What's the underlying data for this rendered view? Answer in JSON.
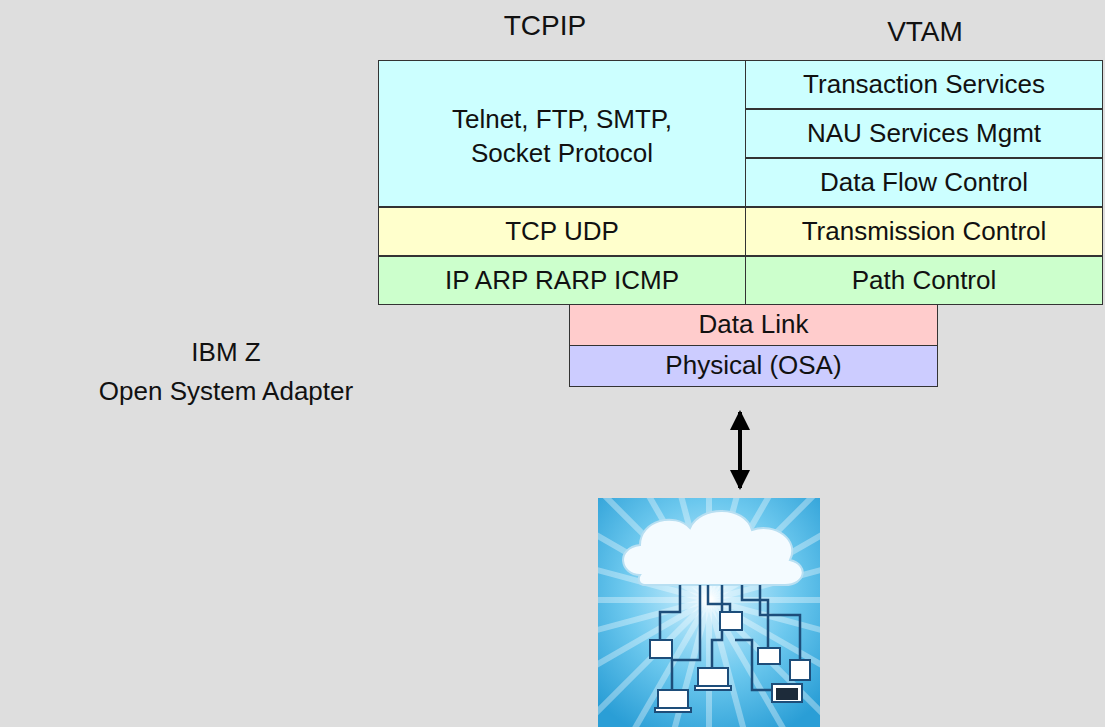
{
  "diagram": {
    "nodes": [
      {
        "text": [
          "Telnet, FTP, SMTP, Socket Protocol"
        ]
      },
      {
        "text": [
          "Transaction Services"
        ]
      },
      {
        "text": [
          "NAU Services Mgmt"
        ]
      },
      {
        "text": [
          "Data Flow Control"
        ]
      },
      {
        "text": [
          "TCP UDP"
        ]
      },
      {
        "text": [
          "Transmission Control"
        ]
      },
      {
        "text": [
          "IP ARP RARP ICMP"
        ]
      },
      {
        "text": [
          "Path Control"
        ]
      },
      {
        "text": [
          "Data Link"
        ]
      },
      {
        "text": [
          "Physical (OSA)"
        ]
      }
    ],
    "edges": [],
    "labels": [
      "TCPIP",
      "VTAM",
      "IBM Z",
      "Open System Adapter"
    ]
  }
}
